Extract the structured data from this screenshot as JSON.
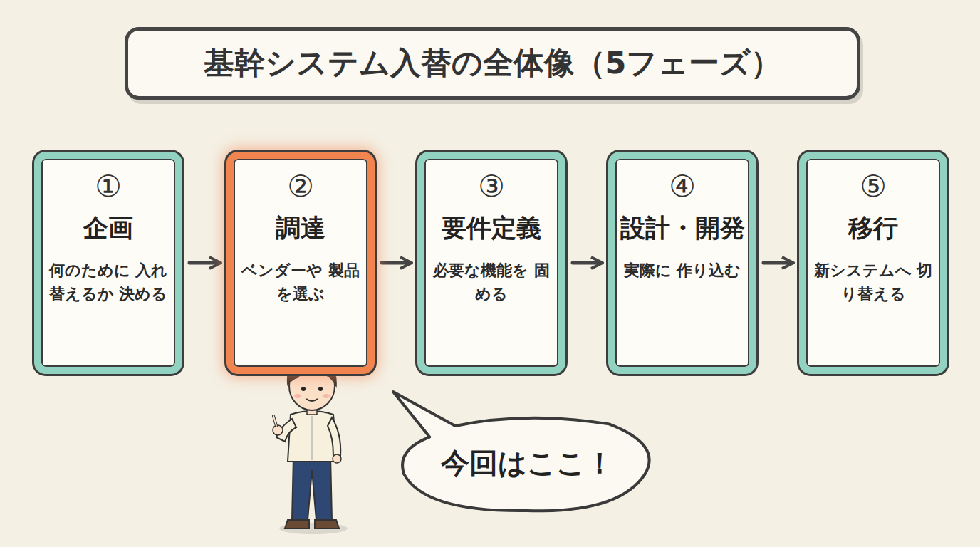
{
  "diagram": {
    "title": "基幹システム入替の全体像（5フェーズ）",
    "nodes": [
      {
        "text": [
          "①",
          "企画",
          "何のために 入れ替えるか 決める"
        ]
      },
      {
        "text": [
          "②",
          "調達",
          "ベンダーや 製品を選ぶ"
        ]
      },
      {
        "text": [
          "③",
          "要件定義",
          "必要な機能を 固める"
        ]
      },
      {
        "text": [
          "④",
          "設計・開発",
          "実際に 作り込む"
        ]
      },
      {
        "text": [
          "⑤",
          "移行",
          "新システムへ 切り替える"
        ]
      },
      {
        "text": [
          "今回はここ！"
        ]
      }
    ],
    "edges": [
      {
        "from": 0,
        "to": 1,
        "arrow": "to"
      },
      {
        "from": 1,
        "to": 2,
        "arrow": "to"
      },
      {
        "from": 2,
        "to": 3,
        "arrow": "to"
      },
      {
        "from": 3,
        "to": 4,
        "arrow": "to"
      }
    ]
  }
}
